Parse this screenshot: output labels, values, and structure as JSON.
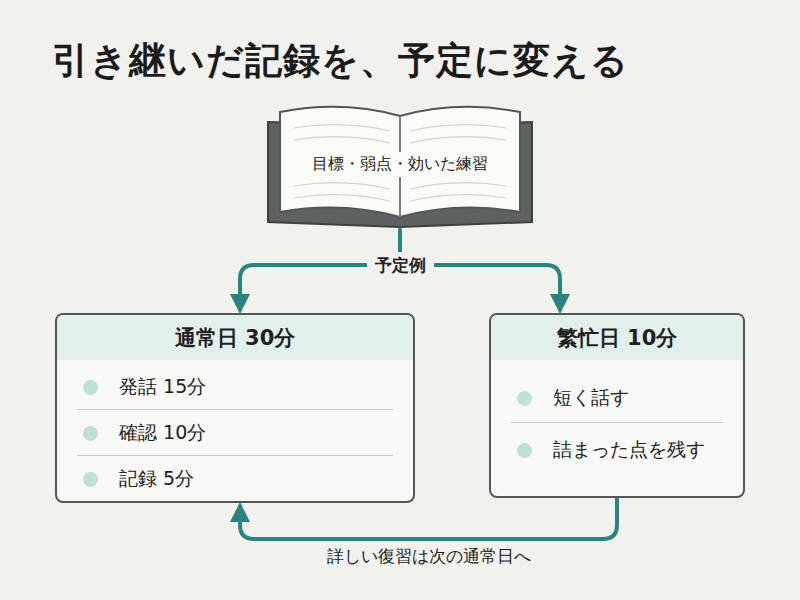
{
  "diagram": {
    "title": "引き継いだ記録を、予定に変える",
    "nodes": [
      {
        "text": [
          "目標・弱点・効いた練習"
        ]
      },
      {
        "text": [
          "通常日 30分"
        ]
      },
      {
        "text": [
          "発話 15分"
        ],
        "in": 1
      },
      {
        "text": [
          "確認 10分"
        ],
        "in": 1
      },
      {
        "text": [
          "記録 5分"
        ],
        "in": 1
      },
      {
        "text": [
          "繁忙日 10分"
        ]
      },
      {
        "text": [
          "短く話す"
        ],
        "in": 5
      },
      {
        "text": [
          "詰まった点を残す"
        ],
        "in": 5
      }
    ],
    "edges": [
      {
        "from": 0,
        "to": 1,
        "arrow": "to",
        "label": "予定例"
      },
      {
        "from": 0,
        "to": 5,
        "arrow": "to"
      },
      {
        "from": 5,
        "to": 1,
        "arrow": "to",
        "label": "詳しい復習は次の通常日へ"
      }
    ]
  }
}
